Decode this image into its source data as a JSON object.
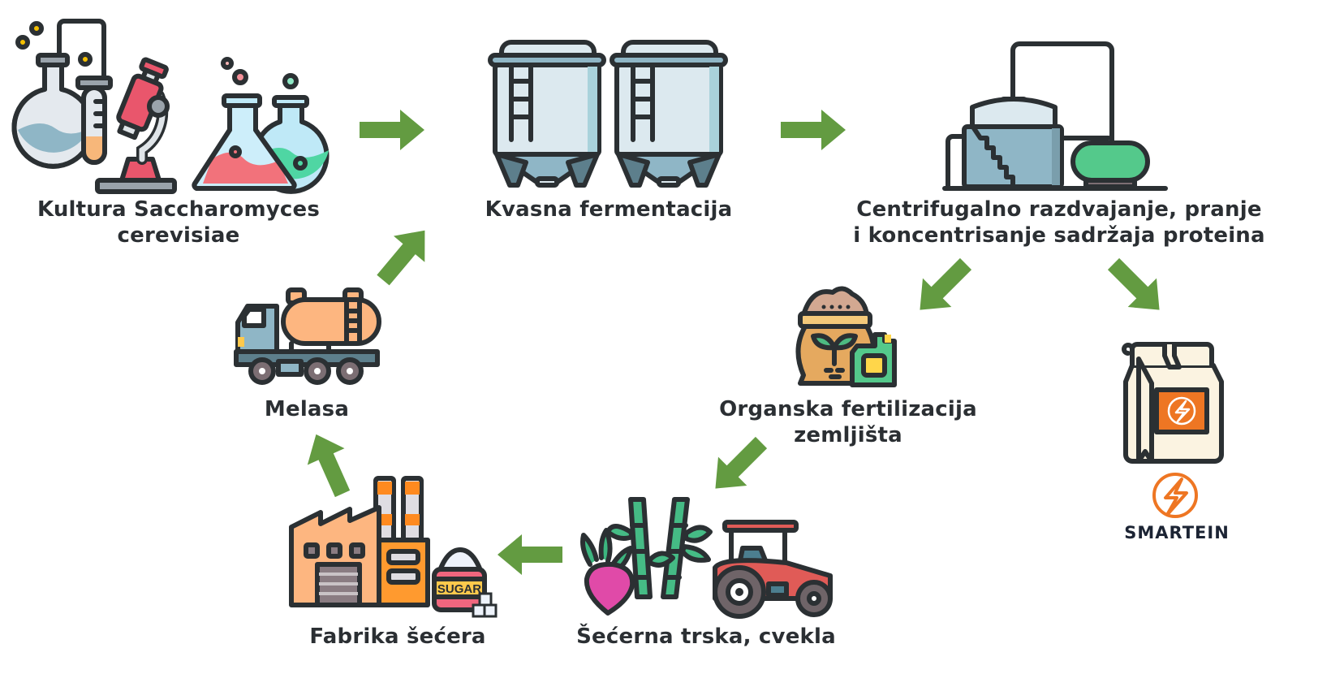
{
  "diagram": {
    "type": "process-cycle",
    "colors": {
      "arrow": "#639b41",
      "text": "#2b2f33",
      "outline": "#2b3033",
      "brand_orange": "#ee7623",
      "brand_dark": "#1c2434"
    },
    "nodes": [
      {
        "id": "culture",
        "label_lines": [
          "Kultura Saccharomyces",
          "cerevisiae"
        ],
        "icon": "lab-glassware-microscope-icon"
      },
      {
        "id": "fermentation",
        "label_lines": [
          "Kvasna fermentacija"
        ],
        "icon": "fermentation-tanks-icon"
      },
      {
        "id": "separation",
        "label_lines": [
          "Centrifugalno razdvajanje, pranje",
          "i koncentrisanje sadržaja proteina"
        ],
        "icon": "industrial-plant-icon"
      },
      {
        "id": "product",
        "label_lines": [],
        "icon": "protein-bag-icon"
      },
      {
        "id": "fertilization",
        "label_lines": [
          "Organska fertilizacija",
          "zemljišta"
        ],
        "icon": "fertilizer-sack-icon"
      },
      {
        "id": "crops",
        "label_lines": [
          "Šećerna trska, cvekla"
        ],
        "icon": "beet-cane-tractor-icon"
      },
      {
        "id": "sugar_factory",
        "label_lines": [
          "Fabrika šećera"
        ],
        "icon": "sugar-factory-icon"
      },
      {
        "id": "molasses",
        "label_lines": [
          "Melasa"
        ],
        "icon": "tanker-truck-icon"
      }
    ],
    "edges": [
      {
        "from": "culture",
        "to": "fermentation",
        "direction": "right"
      },
      {
        "from": "fermentation",
        "to": "separation",
        "direction": "right"
      },
      {
        "from": "separation",
        "to": "fertilization",
        "direction": "down-left"
      },
      {
        "from": "separation",
        "to": "product",
        "direction": "down-right"
      },
      {
        "from": "fertilization",
        "to": "crops",
        "direction": "down-left"
      },
      {
        "from": "crops",
        "to": "sugar_factory",
        "direction": "left"
      },
      {
        "from": "sugar_factory",
        "to": "molasses",
        "direction": "up"
      },
      {
        "from": "molasses",
        "to": "fermentation",
        "direction": "up-right"
      }
    ],
    "sugar_sack_text": "SUGAR",
    "brand": {
      "name": "SMARTEIN",
      "icon": "lightning-circle-icon"
    }
  }
}
